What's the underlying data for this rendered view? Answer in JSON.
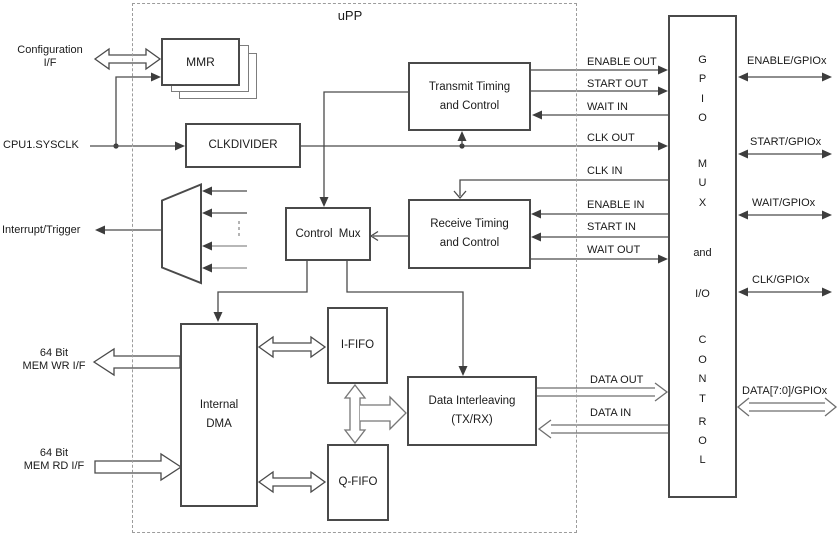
{
  "title": "uPP",
  "left_labels": {
    "config_line1": "Configuration",
    "config_line2": "I/F",
    "sysclk": "CPU1.SYSCLK",
    "interrupt": "Interrupt/Trigger",
    "memwr_line1": "64 Bit",
    "memwr_line2": "MEM WR I/F",
    "memrd_line1": "64 Bit",
    "memrd_line2": "MEM RD I/F"
  },
  "blocks": {
    "mmr": "MMR",
    "clkdivider": "CLKDIVIDER",
    "transmit_line1": "Transmit Timing",
    "transmit_line2": "and Control",
    "receive_line1": "Receive Timing",
    "receive_line2": "and Control",
    "control_mux": "Control Mux",
    "dma_line1": "Internal",
    "dma_line2": "DMA",
    "ififo": "I-FIFO",
    "qfifo": "Q-FIFO",
    "interleave_line1": "Data Interleaving",
    "interleave_line2": "(TX/RX)"
  },
  "gpio_block": {
    "gpio": [
      "G",
      "P",
      "I",
      "O"
    ],
    "mux": [
      "M",
      "U",
      "X"
    ],
    "and": "and",
    "io": "I/O",
    "control": [
      "C",
      "O",
      "N",
      "T",
      "R",
      "O",
      "L"
    ]
  },
  "signals": {
    "enable_out": "ENABLE OUT",
    "start_out": "START OUT",
    "wait_in": "WAIT IN",
    "clk_out": "CLK OUT",
    "clk_in": "CLK IN",
    "enable_in": "ENABLE IN",
    "start_in": "START IN",
    "wait_out": "WAIT OUT",
    "data_out": "DATA OUT",
    "data_in": "DATA IN"
  },
  "right_labels": {
    "enable": "ENABLE/GPIOx",
    "start": "START/GPIOx",
    "wait": "WAIT/GPIOx",
    "clk": "CLK/GPIOx",
    "data": "DATA[7:0]/GPIOx"
  },
  "colors": {
    "line": "#4a4a4a",
    "gray_line": "#8c8c8c",
    "text": "#1a1a1a",
    "dashed_border": "#9c9c9c",
    "background": "#ffffff"
  }
}
